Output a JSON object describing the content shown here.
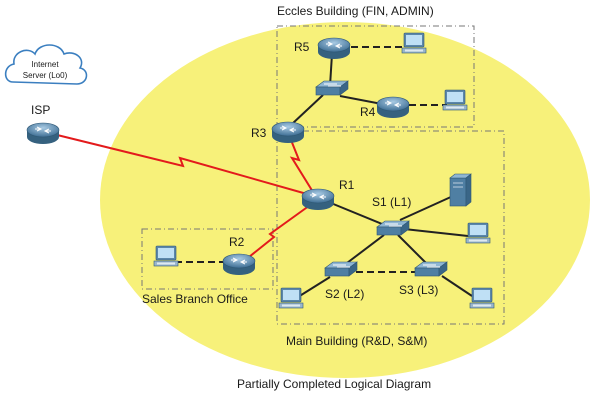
{
  "cloud": {
    "line1": "Internet",
    "line2": "Server (Lo0)"
  },
  "labels": {
    "isp": "ISP",
    "eccles": "Eccles Building (FIN, ADMIN)",
    "main": "Main Building (R&D,  S&M)",
    "sales": "Sales Branch Office",
    "caption": "Partially Completed Logical Diagram"
  },
  "routers": {
    "r1": "R1",
    "r2": "R2",
    "r3": "R3",
    "r4": "R4",
    "r5": "R5"
  },
  "switches": {
    "s1": "S1 (L1)",
    "s2": "S2 (L2)",
    "s3": "S3 (L3)"
  },
  "colors": {
    "area": "#f7f17a",
    "serial": "#e31a1c",
    "ethernet": "#222222",
    "device": "#4f7fa3"
  }
}
